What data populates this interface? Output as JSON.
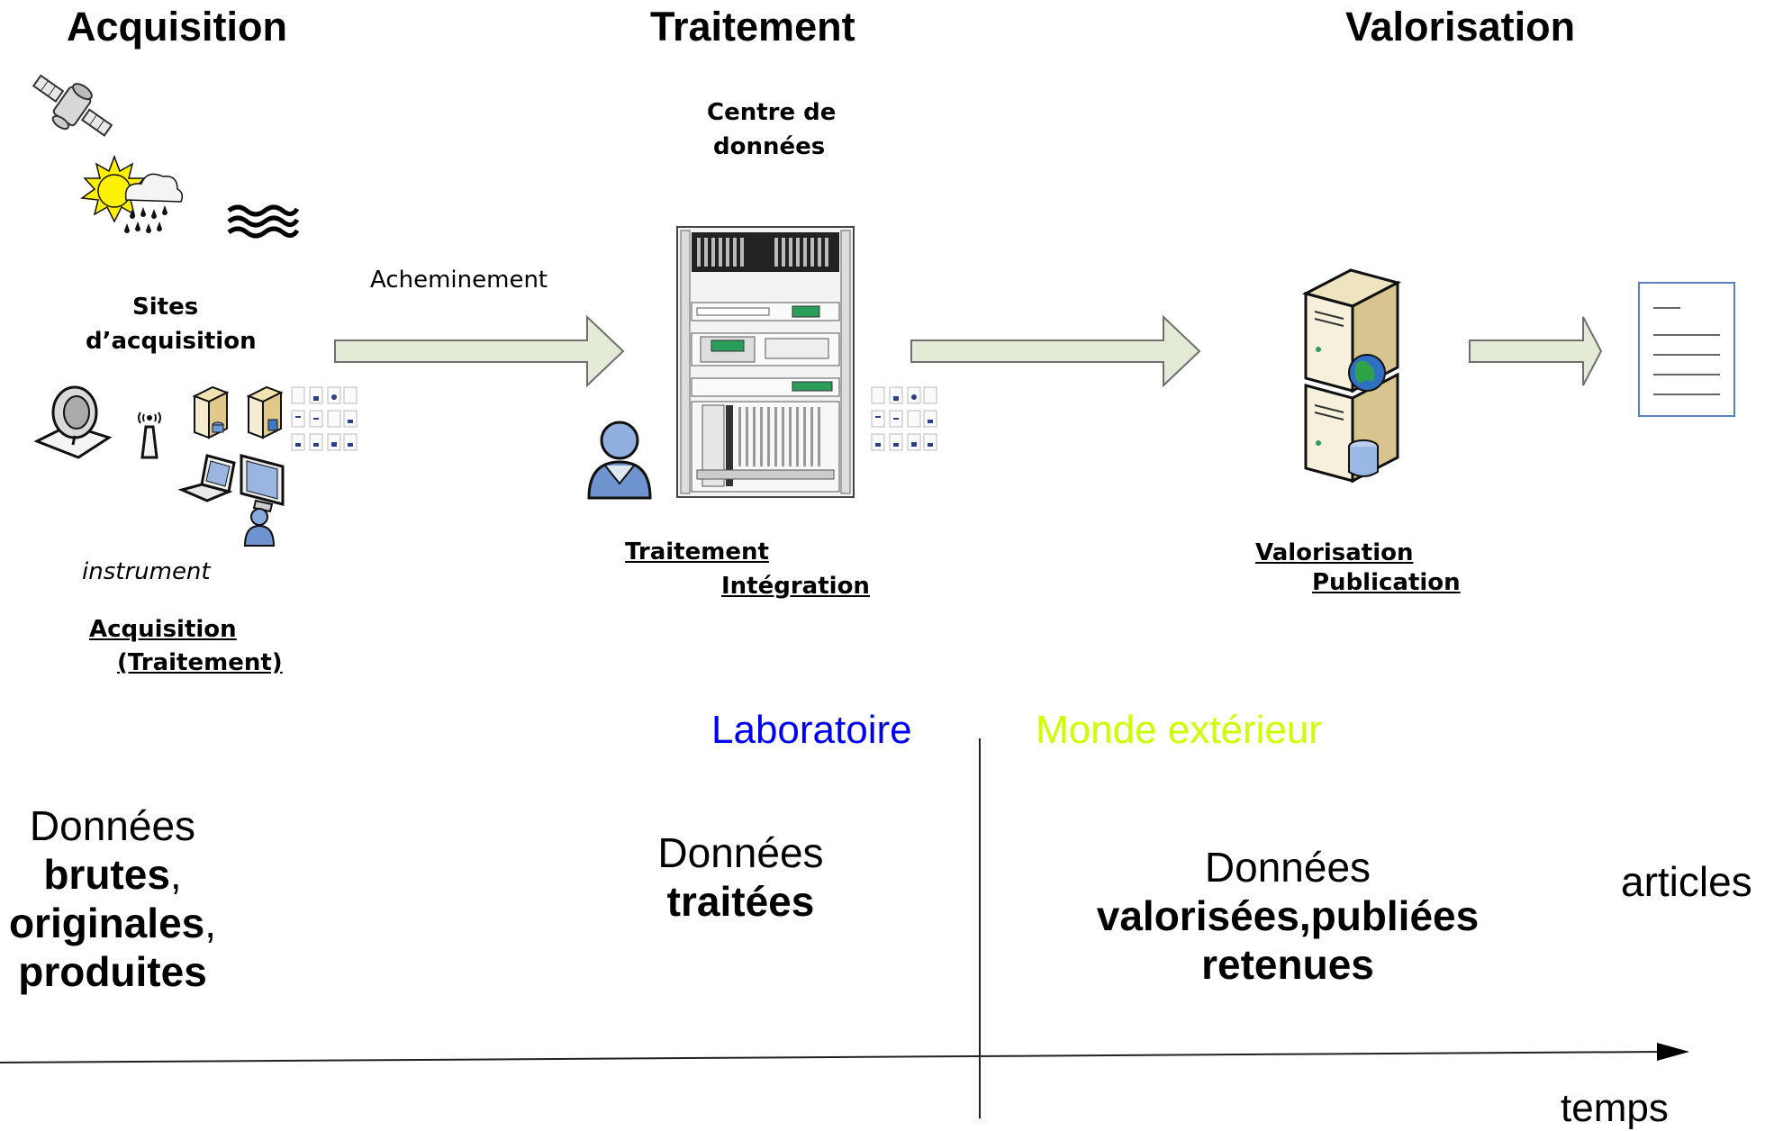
{
  "headers": {
    "acquisition": "Acquisition",
    "traitement": "Traitement",
    "valorisation": "Valorisation"
  },
  "labels": {
    "centre_line1": "Centre de",
    "centre_line2": "données",
    "sites_line1": "Sites",
    "sites_line2": "d’acquisition",
    "acheminement": "Acheminement",
    "instrument": "instrument",
    "acquisition_step": "Acquisition",
    "traitement_paren": "(Traitement)",
    "traitement_step": "Traitement",
    "integration_step": "Intégration ",
    "valorisation_step": "Valorisation",
    "publication_step": "Publication"
  },
  "zones": {
    "laboratoire": "Laboratoire",
    "monde_exterieur": "Monde extérieur",
    "laboratoire_color": "#0000ee",
    "monde_color": "#ccff00"
  },
  "data_blocks": {
    "brutes": {
      "line1": "Données",
      "line2": "brutes",
      "comma1": ",",
      "line3": "originales",
      "comma2": ",",
      "line4": "produites"
    },
    "traitees": {
      "line1": "Données",
      "line2": "traitées"
    },
    "valorisees": {
      "line1": "Données",
      "line2": "valorisées,publiées",
      "line3": "retenues"
    },
    "articles": "articles"
  },
  "axis": {
    "label": "temps"
  },
  "icons": [
    "satellite-icon",
    "weather-icon",
    "waves-icon",
    "satellite-dish-icon",
    "antenna-icon",
    "server-icon",
    "laptop-icon",
    "desktop-user-icon",
    "files-icon",
    "rack-server-icon",
    "user-icon",
    "web-server-icon",
    "document-icon",
    "arrow-icon"
  ],
  "colors": {
    "arrow_fill": "#e3ead6",
    "arrow_stroke": "#6f6f6f",
    "doc_border": "#5b7fbf"
  }
}
